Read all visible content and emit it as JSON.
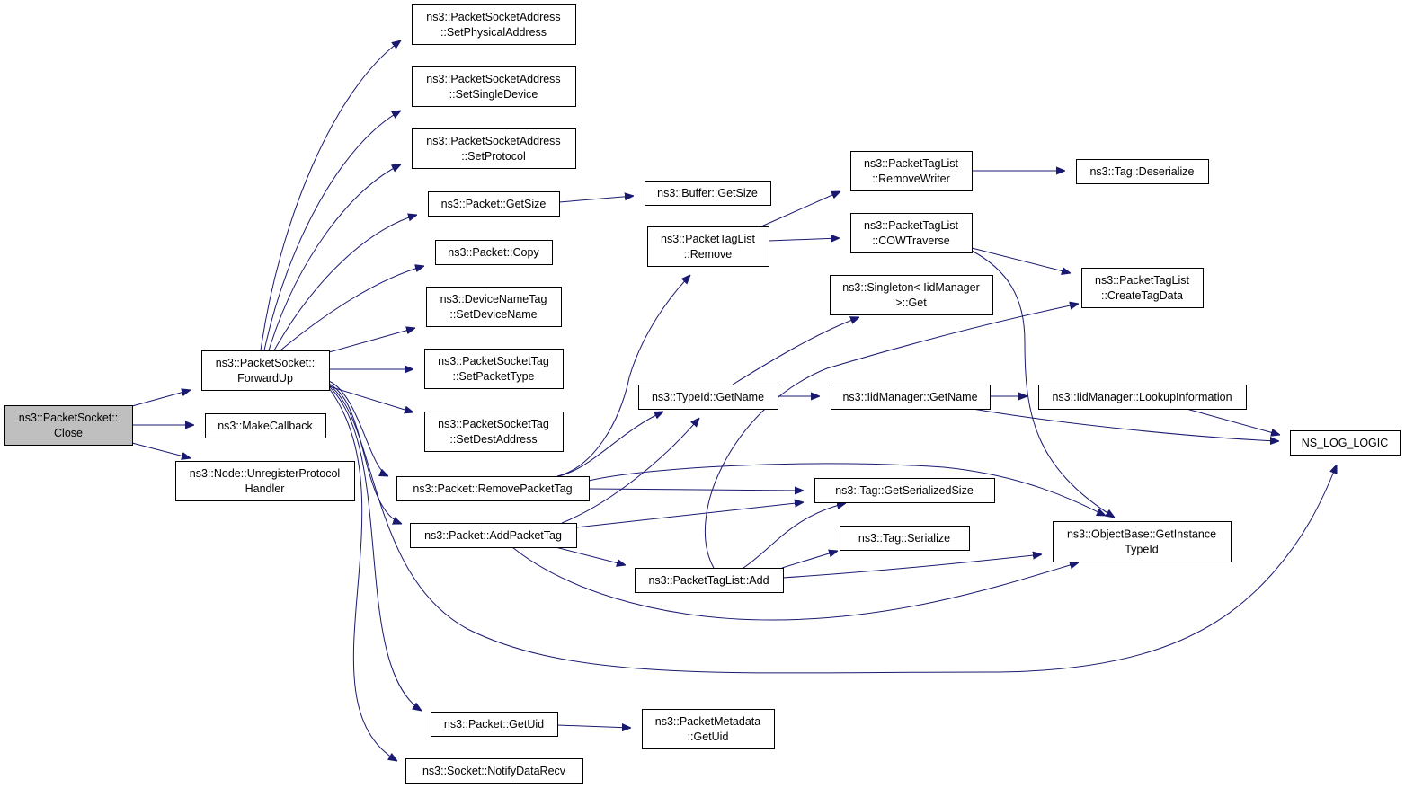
{
  "graph": {
    "root": "close",
    "colors": {
      "edge": "#191970",
      "root_fill": "#bfbfbf",
      "node_fill": "#ffffff",
      "border": "#000000"
    },
    "nodes": [
      {
        "id": "close",
        "lines": [
          "ns3::PacketSocket::",
          "Close"
        ]
      },
      {
        "id": "forwardup",
        "lines": [
          "ns3::PacketSocket::",
          "ForwardUp"
        ]
      },
      {
        "id": "makecallback",
        "lines": [
          "ns3::MakeCallback"
        ]
      },
      {
        "id": "unregister",
        "lines": [
          "ns3::Node::UnregisterProtocol",
          "Handler"
        ]
      },
      {
        "id": "setphys",
        "lines": [
          "ns3::PacketSocketAddress",
          "::SetPhysicalAddress"
        ]
      },
      {
        "id": "setsingle",
        "lines": [
          "ns3::PacketSocketAddress",
          "::SetSingleDevice"
        ]
      },
      {
        "id": "setproto",
        "lines": [
          "ns3::PacketSocketAddress",
          "::SetProtocol"
        ]
      },
      {
        "id": "pgetsize",
        "lines": [
          "ns3::Packet::GetSize"
        ]
      },
      {
        "id": "pcopy",
        "lines": [
          "ns3::Packet::Copy"
        ]
      },
      {
        "id": "setdevname",
        "lines": [
          "ns3::DeviceNameTag",
          "::SetDeviceName"
        ]
      },
      {
        "id": "setpkttype",
        "lines": [
          "ns3::PacketSocketTag",
          "::SetPacketType"
        ]
      },
      {
        "id": "setdestaddr",
        "lines": [
          "ns3::PacketSocketTag",
          "::SetDestAddress"
        ]
      },
      {
        "id": "removepkttag",
        "lines": [
          "ns3::Packet::RemovePacketTag"
        ]
      },
      {
        "id": "addpkttag",
        "lines": [
          "ns3::Packet::AddPacketTag"
        ]
      },
      {
        "id": "getuid",
        "lines": [
          "ns3::Packet::GetUid"
        ]
      },
      {
        "id": "notifydata",
        "lines": [
          "ns3::Socket::NotifyDataRecv"
        ]
      },
      {
        "id": "bufgetsize",
        "lines": [
          "ns3::Buffer::GetSize"
        ]
      },
      {
        "id": "ptlremove",
        "lines": [
          "ns3::PacketTagList",
          "::Remove"
        ]
      },
      {
        "id": "typeidgetname",
        "lines": [
          "ns3::TypeId::GetName"
        ]
      },
      {
        "id": "ptladd",
        "lines": [
          "ns3::PacketTagList::Add"
        ]
      },
      {
        "id": "pmgetuid",
        "lines": [
          "ns3::PacketMetadata",
          "::GetUid"
        ]
      },
      {
        "id": "removewriter",
        "lines": [
          "ns3::PacketTagList",
          "::RemoveWriter"
        ]
      },
      {
        "id": "cowtraverse",
        "lines": [
          "ns3::PacketTagList",
          "::COWTraverse"
        ]
      },
      {
        "id": "singletonget",
        "lines": [
          "ns3::Singleton< IidManager",
          ">::Get"
        ]
      },
      {
        "id": "iidgetname",
        "lines": [
          "ns3::IidManager::GetName"
        ]
      },
      {
        "id": "getserialsize",
        "lines": [
          "ns3::Tag::GetSerializedSize"
        ]
      },
      {
        "id": "tagserialize",
        "lines": [
          "ns3::Tag::Serialize"
        ]
      },
      {
        "id": "tagdeserialize",
        "lines": [
          "ns3::Tag::Deserialize"
        ]
      },
      {
        "id": "createtagdata",
        "lines": [
          "ns3::PacketTagList",
          "::CreateTagData"
        ]
      },
      {
        "id": "lookupinfo",
        "lines": [
          "ns3::IidManager::LookupInformation"
        ]
      },
      {
        "id": "objgetinst",
        "lines": [
          "ns3::ObjectBase::GetInstance",
          "TypeId"
        ]
      },
      {
        "id": "nslog",
        "lines": [
          "NS_LOG_LOGIC"
        ]
      }
    ],
    "edges": [
      [
        "close",
        "forwardup"
      ],
      [
        "close",
        "makecallback"
      ],
      [
        "close",
        "unregister"
      ],
      [
        "forwardup",
        "setphys"
      ],
      [
        "forwardup",
        "setsingle"
      ],
      [
        "forwardup",
        "setproto"
      ],
      [
        "forwardup",
        "pgetsize"
      ],
      [
        "forwardup",
        "pcopy"
      ],
      [
        "forwardup",
        "setdevname"
      ],
      [
        "forwardup",
        "setpkttype"
      ],
      [
        "forwardup",
        "setdestaddr"
      ],
      [
        "forwardup",
        "removepkttag"
      ],
      [
        "forwardup",
        "addpkttag"
      ],
      [
        "forwardup",
        "nslog"
      ],
      [
        "forwardup",
        "getuid"
      ],
      [
        "forwardup",
        "notifydata"
      ],
      [
        "pgetsize",
        "bufgetsize"
      ],
      [
        "removepkttag",
        "ptlremove"
      ],
      [
        "removepkttag",
        "typeidgetname"
      ],
      [
        "removepkttag",
        "objgetinst"
      ],
      [
        "removepkttag",
        "getserialsize"
      ],
      [
        "addpkttag",
        "typeidgetname"
      ],
      [
        "addpkttag",
        "getserialsize"
      ],
      [
        "addpkttag",
        "ptladd"
      ],
      [
        "addpkttag",
        "objgetinst"
      ],
      [
        "getuid",
        "pmgetuid"
      ],
      [
        "ptlremove",
        "removewriter"
      ],
      [
        "ptlremove",
        "cowtraverse"
      ],
      [
        "removewriter",
        "tagdeserialize"
      ],
      [
        "cowtraverse",
        "createtagdata"
      ],
      [
        "cowtraverse",
        "objgetinst"
      ],
      [
        "typeidgetname",
        "singletonget"
      ],
      [
        "typeidgetname",
        "iidgetname"
      ],
      [
        "iidgetname",
        "lookupinfo"
      ],
      [
        "iidgetname",
        "nslog"
      ],
      [
        "lookupinfo",
        "nslog"
      ],
      [
        "ptladd",
        "createtagdata"
      ],
      [
        "ptladd",
        "getserialsize"
      ],
      [
        "ptladd",
        "tagserialize"
      ],
      [
        "ptladd",
        "objgetinst"
      ]
    ]
  }
}
